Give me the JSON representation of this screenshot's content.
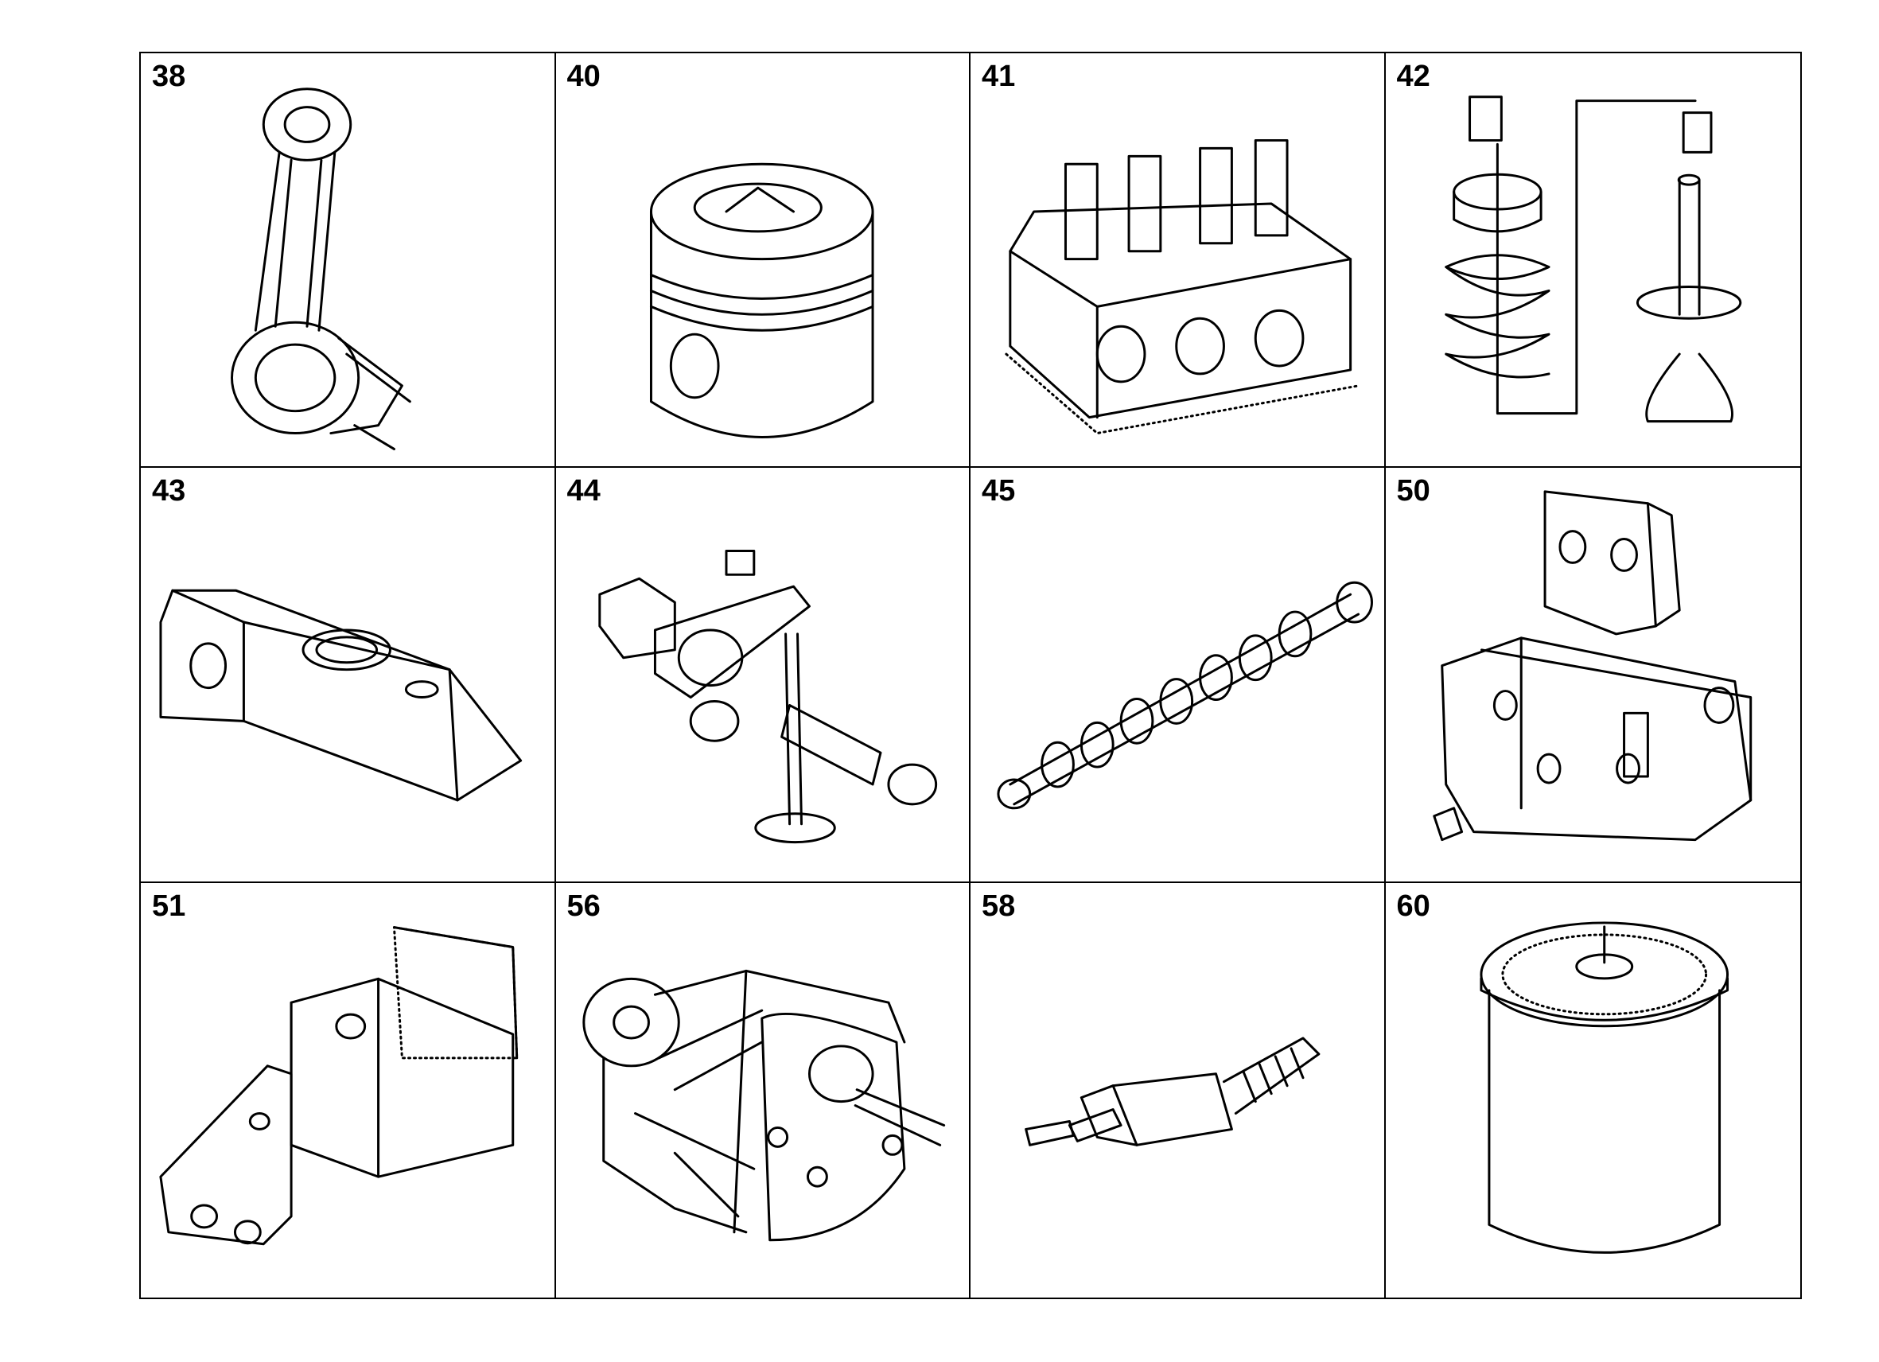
{
  "parts": [
    {
      "number": "38",
      "icon": "connecting-rod-icon"
    },
    {
      "number": "40",
      "icon": "piston-icon"
    },
    {
      "number": "41",
      "icon": "cylinder-head-icon"
    },
    {
      "number": "42",
      "icon": "valve-spring-assembly-icon"
    },
    {
      "number": "43",
      "icon": "valve-cover-icon"
    },
    {
      "number": "44",
      "icon": "rocker-arm-icon"
    },
    {
      "number": "45",
      "icon": "camshaft-icon"
    },
    {
      "number": "50",
      "icon": "oil-cooler-icon"
    },
    {
      "number": "51",
      "icon": "oil-filter-housing-icon"
    },
    {
      "number": "56",
      "icon": "oil-pump-icon"
    },
    {
      "number": "58",
      "icon": "temperature-sensor-icon"
    },
    {
      "number": "60",
      "icon": "oil-filter-icon"
    }
  ]
}
